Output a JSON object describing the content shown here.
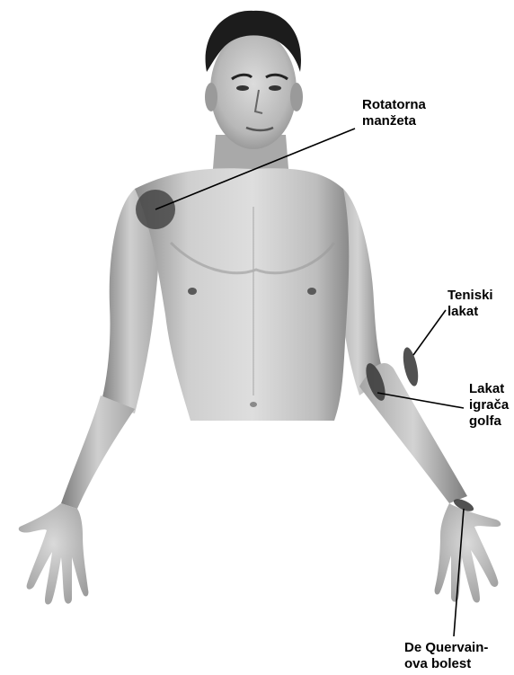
{
  "labels": {
    "rotator_cuff": {
      "line1": "Rotatorna",
      "line2": "manžeta"
    },
    "tennis_elbow": {
      "line1": "Teniski",
      "line2": "lakat"
    },
    "golfers_elbow": {
      "line1": "Lakat",
      "line2": "igrača",
      "line3": "golfa"
    },
    "de_quervain": {
      "line1": "De Quervain-",
      "line2": "ova bolest"
    }
  },
  "colors": {
    "background": "#ffffff",
    "skin_light": "#d9d9d9",
    "skin_mid": "#b4b4b4",
    "skin_dark": "#7a7a7a",
    "hair": "#1a1a1a",
    "marker_fill": "#4a4a4a",
    "leader_line": "#000000"
  }
}
